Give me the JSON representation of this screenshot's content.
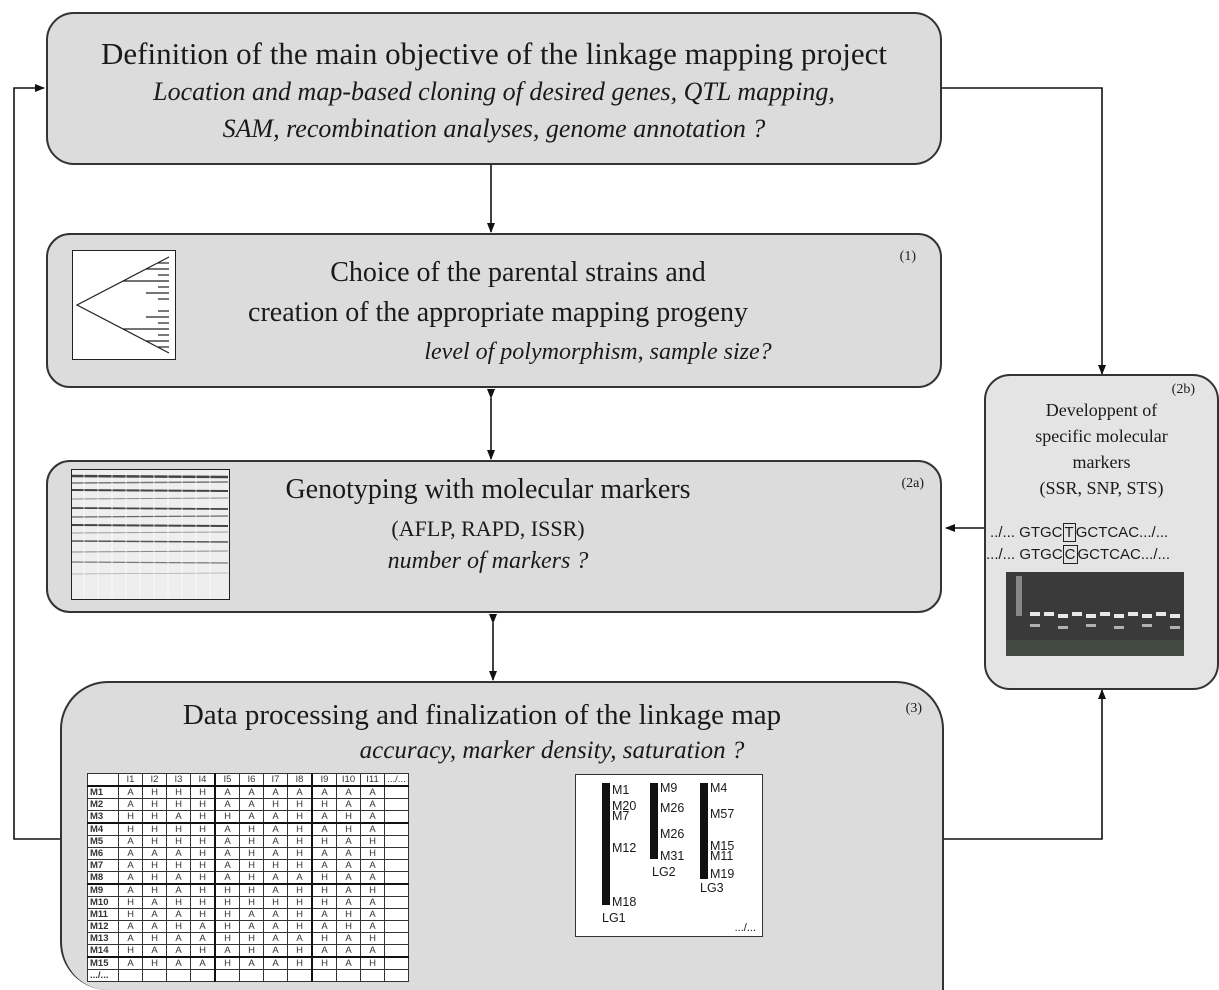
{
  "boxes": {
    "objective": {
      "title": "Definition of the main objective of the linkage mapping project",
      "subtitle_line1": "Location and map-based cloning of desired genes, QTL mapping,",
      "subtitle_line2": "SAM, recombination analyses, genome annotation ?"
    },
    "parental": {
      "number": "(1)",
      "line1": "Choice of the parental strains and",
      "line2": "creation of the appropriate mapping progeny",
      "question": "level of polymorphism, sample size?"
    },
    "genotyping": {
      "number": "(2a)",
      "title": "Genotyping with molecular markers",
      "subtitle": "(AFLP, RAPD, ISSR)",
      "question": "number of markers ?"
    },
    "development": {
      "number": "(2b)",
      "line1": "Developpent of",
      "line2": "specific molecular",
      "line3": "markers",
      "line4": "(SSR, SNP, STS)",
      "seq1_pre": "../... GTGC",
      "seq1_snp": "T",
      "seq1_post": "GCTCAC.../...",
      "seq2_pre": ".../... GTGC",
      "seq2_snp": "C",
      "seq2_post": "GCTCAC.../..."
    },
    "processing": {
      "number": "(3)",
      "title": "Data processing and finalization of the linkage map",
      "question": "accuracy, marker density, saturation ?"
    }
  },
  "genotype_table": {
    "columns": [
      "I1",
      "I2",
      "I3",
      "I4",
      "I5",
      "I6",
      "I7",
      "I8",
      "I9",
      "I10",
      "I11",
      ".../..."
    ],
    "rows": [
      {
        "marker": "M1",
        "calls": [
          "A",
          "H",
          "H",
          "H",
          "A",
          "A",
          "A",
          "A",
          "A",
          "A",
          "A",
          ""
        ]
      },
      {
        "marker": "M2",
        "calls": [
          "A",
          "H",
          "H",
          "H",
          "A",
          "A",
          "H",
          "H",
          "H",
          "A",
          "A",
          ""
        ]
      },
      {
        "marker": "M3",
        "calls": [
          "H",
          "H",
          "A",
          "H",
          "H",
          "A",
          "A",
          "H",
          "A",
          "H",
          "A",
          ""
        ]
      },
      {
        "marker": "M4",
        "calls": [
          "H",
          "H",
          "H",
          "H",
          "A",
          "H",
          "A",
          "H",
          "A",
          "H",
          "A",
          ""
        ]
      },
      {
        "marker": "M5",
        "calls": [
          "A",
          "H",
          "H",
          "H",
          "A",
          "H",
          "A",
          "H",
          "H",
          "A",
          "H",
          ""
        ]
      },
      {
        "marker": "M6",
        "calls": [
          "A",
          "A",
          "A",
          "H",
          "A",
          "H",
          "A",
          "H",
          "A",
          "A",
          "H",
          ""
        ]
      },
      {
        "marker": "M7",
        "calls": [
          "A",
          "H",
          "H",
          "H",
          "A",
          "H",
          "H",
          "H",
          "A",
          "A",
          "A",
          ""
        ]
      },
      {
        "marker": "M8",
        "calls": [
          "A",
          "H",
          "A",
          "H",
          "A",
          "H",
          "A",
          "A",
          "H",
          "A",
          "A",
          ""
        ]
      },
      {
        "marker": "M9",
        "calls": [
          "A",
          "H",
          "A",
          "H",
          "H",
          "H",
          "A",
          "H",
          "H",
          "A",
          "H",
          ""
        ]
      },
      {
        "marker": "M10",
        "calls": [
          "H",
          "A",
          "H",
          "H",
          "H",
          "H",
          "H",
          "H",
          "H",
          "A",
          "A",
          ""
        ]
      },
      {
        "marker": "M11",
        "calls": [
          "H",
          "A",
          "A",
          "H",
          "H",
          "A",
          "A",
          "H",
          "A",
          "H",
          "A",
          ""
        ]
      },
      {
        "marker": "M12",
        "calls": [
          "A",
          "A",
          "H",
          "A",
          "H",
          "A",
          "A",
          "H",
          "A",
          "H",
          "A",
          ""
        ]
      },
      {
        "marker": "M13",
        "calls": [
          "A",
          "H",
          "A",
          "A",
          "H",
          "H",
          "A",
          "A",
          "H",
          "A",
          "H",
          ""
        ]
      },
      {
        "marker": "M14",
        "calls": [
          "H",
          "A",
          "A",
          "H",
          "A",
          "H",
          "A",
          "H",
          "A",
          "A",
          "A",
          ""
        ]
      },
      {
        "marker": "M15",
        "calls": [
          "A",
          "H",
          "A",
          "A",
          "H",
          "A",
          "A",
          "H",
          "H",
          "A",
          "H",
          ""
        ]
      },
      {
        "marker": ".../...",
        "calls": [
          "",
          "",
          "",
          "",
          "",
          "",
          "",
          "",
          "",
          "",
          "",
          ""
        ]
      }
    ]
  },
  "linkage_map": {
    "groups": [
      {
        "name": "LG1",
        "markers": [
          "M1",
          "M20",
          "M7",
          "M12",
          "M18"
        ]
      },
      {
        "name": "LG2",
        "markers": [
          "M9",
          "M26",
          "M26",
          "M31"
        ]
      },
      {
        "name": "LG3",
        "markers": [
          "M4",
          "M57",
          "M15",
          "M11",
          "M19"
        ]
      }
    ],
    "more": ".../..."
  },
  "colors": {
    "box_fill": "#dcdcdc",
    "border": "#333333",
    "gel_bg": "#3a3a3a",
    "gel_band": "#e8e8e8"
  }
}
